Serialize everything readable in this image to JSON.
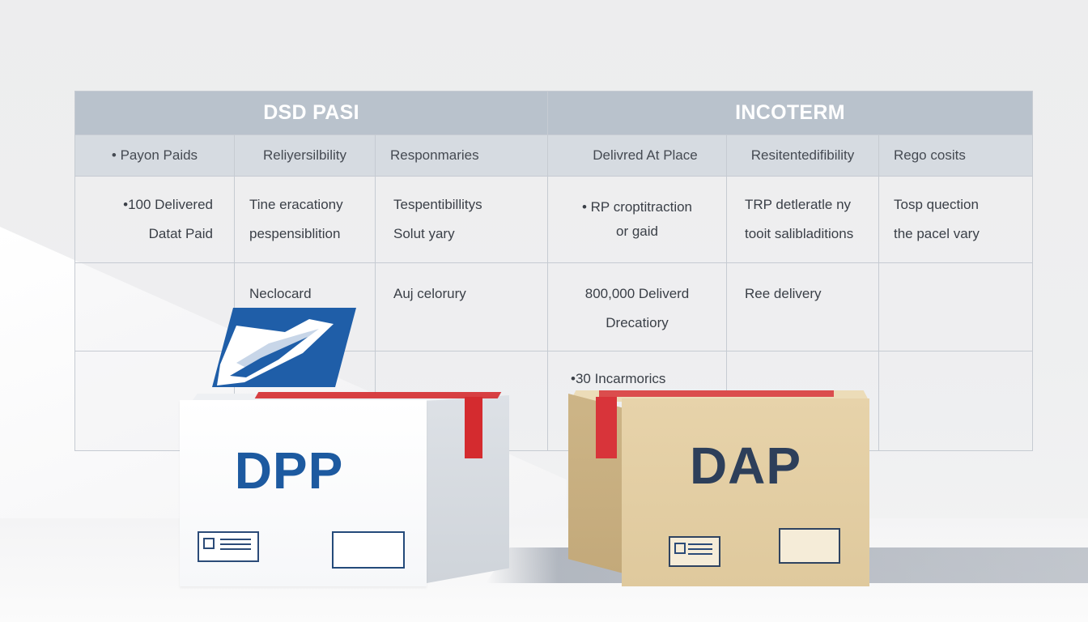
{
  "table": {
    "left_title": "DSD PASI",
    "right_title": "INCOTERM",
    "subheaders": [
      "• Payon Paids",
      "Reliyersilbility",
      "Responmaries",
      "Delivred At Place",
      "Resitentedifibility",
      "Rego cosits"
    ],
    "row1": [
      [
        "•100 Delivered",
        "Datat Paid"
      ],
      [
        "Tine eracationy",
        "pespensiblition"
      ],
      [
        "Tespentibillitys",
        "Solut yary"
      ],
      [
        "• RP croptitraction",
        "or gaid"
      ],
      [
        "TRP detleratle ny",
        "tooit salibladitions"
      ],
      [
        "Tosp quection",
        "the pacel vary"
      ]
    ],
    "row2": [
      [
        ""
      ],
      [
        "Neclocard"
      ],
      [
        "Auj celorury"
      ],
      [
        "800,000 Deliverd",
        "Drecatiory"
      ],
      [
        "Ree delivery"
      ],
      [
        ""
      ]
    ],
    "row3": [
      [
        ""
      ],
      [
        ""
      ],
      [
        ""
      ],
      [
        "•30 Incarmorics"
      ],
      [
        ""
      ],
      [
        ""
      ]
    ]
  },
  "boxes": {
    "left_label": "DPP",
    "right_label": "DAP"
  },
  "colors": {
    "banner": "#b9c2cc",
    "subheader": "#d6dbe1",
    "dpp_blue": "#1d5aa0",
    "dap_navy": "#2d3f5a",
    "tape_red": "#d42b2f",
    "logo_blue": "#1f5ea8"
  },
  "icons": [
    "eagle-logo-icon",
    "shipping-label-icon",
    "checkbox-icon"
  ]
}
